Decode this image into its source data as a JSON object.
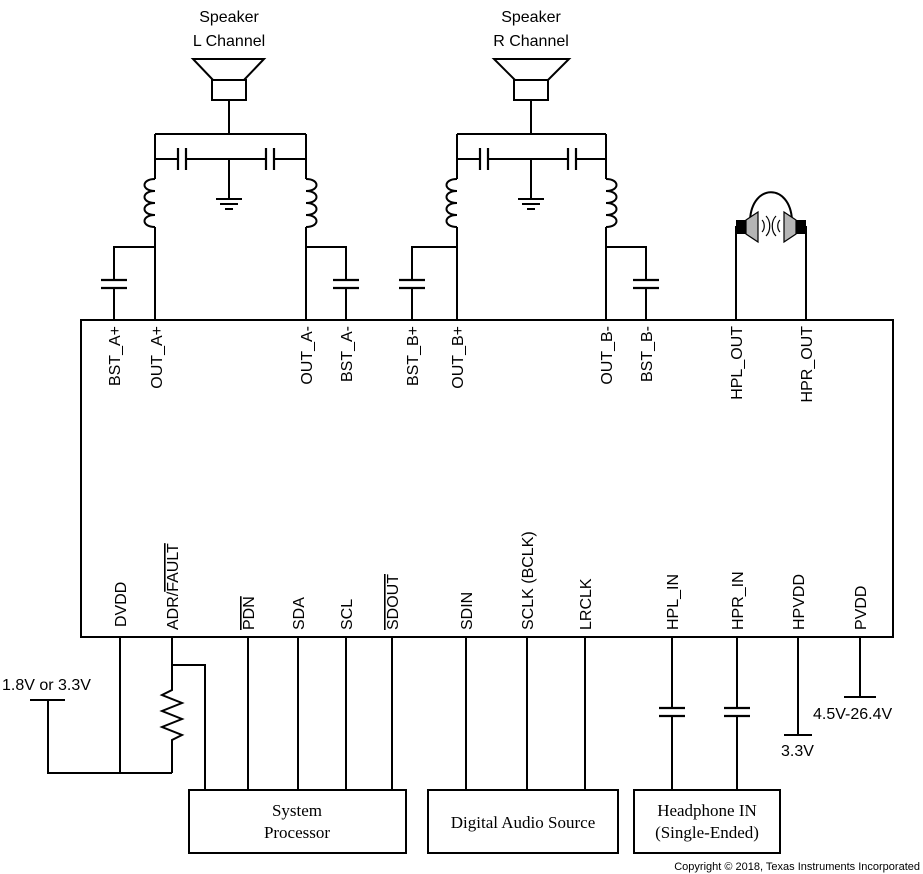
{
  "speakers": {
    "left": {
      "line1": "Speaker",
      "line2": "L Channel"
    },
    "right": {
      "line1": "Speaker",
      "line2": "R Channel"
    }
  },
  "top_pins": {
    "bst_a_plus": "BST_A+",
    "out_a_plus": "OUT_A+",
    "out_a_minus": "OUT_A-",
    "bst_a_minus": "BST_A-",
    "bst_b_plus": "BST_B+",
    "out_b_plus": "OUT_B+",
    "out_b_minus": "OUT_B-",
    "bst_b_minus": "BST_B-",
    "hpl_out": "HPL_OUT",
    "hpr_out": "HPR_OUT"
  },
  "bottom_pins": {
    "dvdd": "DVDD",
    "adr_prefix": "ADR/",
    "adr_fault": "FAULT",
    "pdn": "PDN",
    "sda": "SDA",
    "scl": "SCL",
    "sdout": "SDOUT",
    "sdin": "SDIN",
    "sclk": "SCLK (BCLK)",
    "lrclk": "LRCLK",
    "hpl_in": "HPL_IN",
    "hpr_in": "HPR_IN",
    "hpvdd": "HPVDD",
    "pvdd": "PVDD"
  },
  "supplies": {
    "dvdd_supply": "1.8V or 3.3V",
    "hpvdd_supply": "3.3V",
    "pvdd_supply": "4.5V-26.4V"
  },
  "blocks": {
    "system_processor_line1": "System",
    "system_processor_line2": "Processor",
    "digital_audio_source": "Digital Audio Source",
    "headphone_in_line1": "Headphone IN",
    "headphone_in_line2": "(Single-Ended)"
  },
  "copyright": "Copyright © 2018, Texas Instruments Incorporated"
}
